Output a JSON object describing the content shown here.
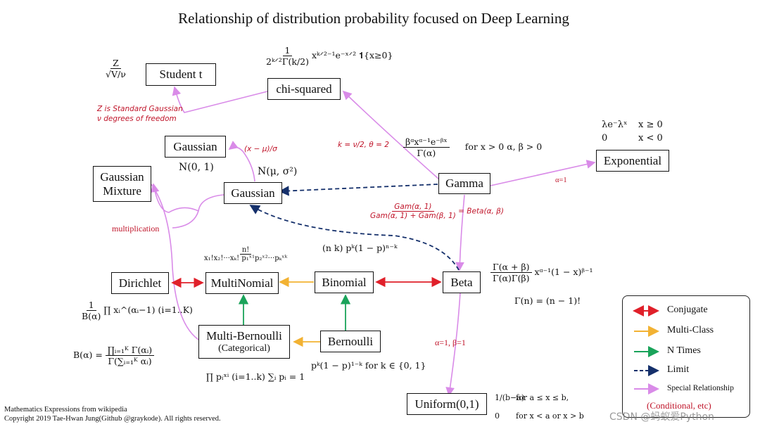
{
  "title": "Relationship of distribution probability focused on Deep Learning",
  "nodes": {
    "student_t": "Student t",
    "chi_squared": "chi-squared",
    "gaussian_std": "Gaussian",
    "gaussian_mixture": "Gaussian Mixture",
    "gaussian": "Gaussian",
    "gamma": "Gamma",
    "exponential": "Exponential",
    "dirichlet": "Dirichlet",
    "multinomial": "MultiNomial",
    "binomial": "Binomial",
    "beta": "Beta",
    "multi_bernoulli": "Multi-Bernoulli",
    "categorical": "(Categorical)",
    "bernoulli": "Bernoulli",
    "uniform": "Uniform(0,1)"
  },
  "formulas": {
    "student_t_num": "Z",
    "student_t_den": "√V/ν",
    "chi_num": "1",
    "chi_den": "2ᵏᐟ²Γ(k/2)",
    "chi_rest": "xᵏᐟ²⁻¹e⁻ˣᐟ² 𝟏{x≥0}",
    "gaussian_std": "N(0, 1)",
    "gaussian_param": "N(μ, σ²)",
    "gamma_num": "βᵅxᵅ⁻¹e⁻ᵝˣ",
    "gamma_den": "Γ(α)",
    "gamma_cond": "for x > 0   α, β > 0",
    "exp_row1_a": "λe⁻λˣ",
    "exp_row1_b": "x ≥ 0",
    "exp_row2_a": "0",
    "exp_row2_b": "x < 0",
    "multinomial_num": "n!",
    "multinomial_den": "x₁!x₂!···xₖ! p₁ˣ¹p₂ˣ²···pₖˣᵏ",
    "binomial": "(n k) pᵏ(1 − p)ⁿ⁻ᵏ",
    "beta_num": "Γ(α + β)",
    "beta_den": "Γ(α)Γ(β)",
    "beta_rest": "xᵅ⁻¹(1 − x)ᵝ⁻¹",
    "gamma_fn": "Γ(n) = (n − 1)!",
    "dirichlet_num": "1",
    "dirichlet_den": "B(α)",
    "dirichlet_rest": "∏ xᵢ^(αᵢ−1)  (i=1..K)",
    "beta_fn_lhs": "B(α) =",
    "beta_fn_num": "∏ᵢ₌₁ᴷ Γ(αᵢ)",
    "beta_fn_den": "Γ(∑ᵢ₌₁ᴷ αᵢ)",
    "categorical": "∏ pᵢˣⁱ (i=1..k)    ∑ᵢ pᵢ = 1",
    "bernoulli": "pᵏ(1 − p)¹⁻ᵏ    for k ∈ {0, 1}",
    "uniform_row1_a": "1/(b−a)",
    "uniform_row1_b": "for a ≤ x ≤ b,",
    "uniform_row2_a": "0",
    "uniform_row2_b": "for x < a or x > b"
  },
  "annotations": {
    "z_note_1": "Z is Standard Gaussian",
    "z_note_2": "ν degrees of freedom",
    "standardize": "(x − μ)/σ",
    "chi_from_gamma": "k = ν/2, θ = 2",
    "multiplication": "multiplication",
    "alpha_one": "α=1",
    "beta_from_gamma_num1": "Gam(α, 1)",
    "beta_from_gamma_den": "Gam(α, 1) + Gam(β, 1)",
    "beta_from_gamma_rhs": "= Beta(α, β)",
    "uniform_cond": "α=1,  β=1"
  },
  "legend": {
    "items": [
      {
        "label": "Conjugate",
        "color": "#e0202a",
        "style": "double-arrow"
      },
      {
        "label": "Multi-Class",
        "color": "#f2b233",
        "style": "arrow"
      },
      {
        "label": "N Times",
        "color": "#1aa35a",
        "style": "arrow"
      },
      {
        "label": "Limit",
        "color": "#15306b",
        "style": "dashed-arrow"
      },
      {
        "label": "Special Relationship",
        "color": "#d98be8",
        "style": "arrow"
      }
    ],
    "note": "(Conditional, etc)"
  },
  "footer": {
    "line1": "Mathematics Expressions from wikipedia",
    "line2": "Copyright 2019 Tae-Hwan Jung(Github @graykode). All rights reserved."
  },
  "watermark": "CSDN @蚂蚁爱Python"
}
